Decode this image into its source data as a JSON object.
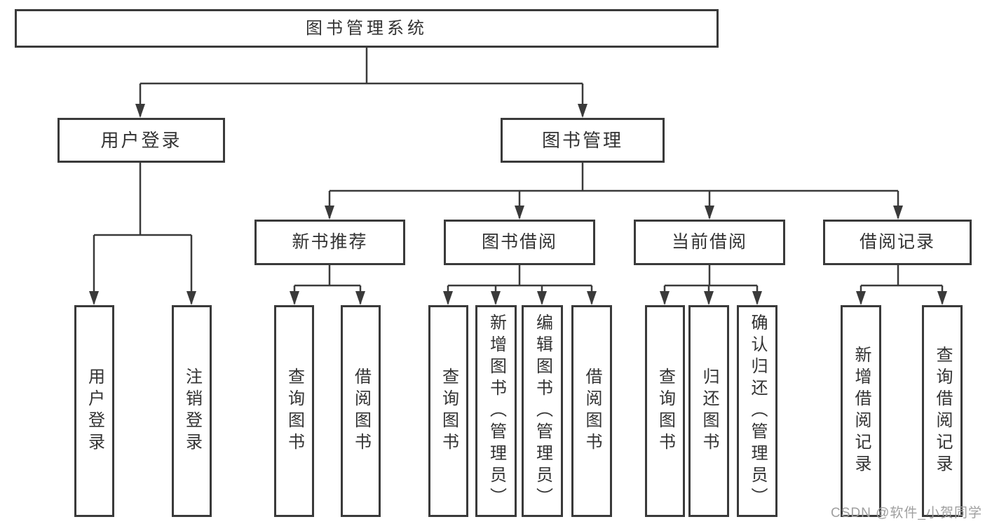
{
  "nodes": {
    "root": "图书管理系统",
    "user_login": "用户登录",
    "book_mgmt": "图书管理",
    "new_book_rec": "新书推荐",
    "book_borrow": "图书借阅",
    "current_borrow": "当前借阅",
    "borrow_record": "借阅记录",
    "leaves": {
      "user_login": [
        "用户登录",
        "注销登录"
      ],
      "new_book_rec": [
        "查询图书",
        "借阅图书"
      ],
      "book_borrow": [
        "查询图书",
        "新增图书（管理员）",
        "编辑图书（管理员）",
        "借阅图书"
      ],
      "current_borrow": [
        "查询图书",
        "归还图书",
        "确认归还（管理员）"
      ],
      "borrow_record": [
        "新增借阅记录",
        "查询借阅记录"
      ]
    }
  },
  "watermark": "CSDN @软件_小贺同学",
  "colors": {
    "line": "#3a3a3a",
    "text": "#333333",
    "watermark": "#9f9f9f",
    "background": "#ffffff"
  }
}
